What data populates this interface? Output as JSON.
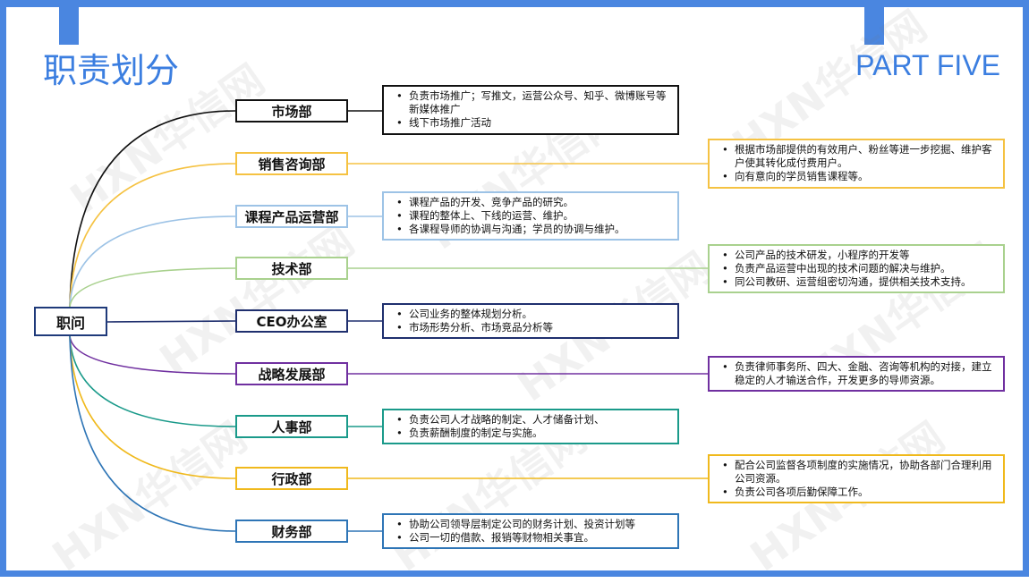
{
  "header": {
    "title": "职责划分",
    "part": "PART FIVE"
  },
  "watermark": "HXN华信网",
  "root": {
    "label": "职问"
  },
  "departments": [
    {
      "label": "市场部",
      "color": "#111111",
      "items": [
        "负责市场推广；写推文，运营公众号、知乎、微博账号等新媒体推广",
        "线下市场推广活动"
      ]
    },
    {
      "label": "销售咨询部",
      "color": "#f5c242",
      "items": [
        "根据市场部提供的有效用户、粉丝等进一步挖掘、维护客户使其转化成付费用户。",
        "向有意向的学员销售课程等。"
      ]
    },
    {
      "label": "课程产品运营部",
      "color": "#9dc3e6",
      "items": [
        "课程产品的开发、竞争产品的研究。",
        "课程的整体上、下线的运营、维护。",
        "各课程导师的协调与沟通；学员的协调与维护。"
      ]
    },
    {
      "label": "技术部",
      "color": "#a9d18e",
      "items": [
        "公司产品的技术研发，小程序的开发等",
        "负责产品运营中出现的技术问题的解决与维护。",
        "同公司教研、运营组密切沟通，提供相关技术支持。"
      ]
    },
    {
      "label": "CEO办公室",
      "color": "#1f2f6e",
      "items": [
        "公司业务的整体规划分析。",
        "市场形势分析、市场竞品分析等"
      ]
    },
    {
      "label": "战略发展部",
      "color": "#7030a0",
      "items": [
        "负责律师事务所、四大、金融、咨询等机构的对接，建立稳定的人才输送合作，开发更多的导师资源。"
      ]
    },
    {
      "label": "人事部",
      "color": "#1a9a8a",
      "items": [
        "负责公司人才战略的制定、人才储备计划、",
        "负责薪酬制度的制定与实施。"
      ]
    },
    {
      "label": "行政部",
      "color": "#f0b91c",
      "items": [
        "配合公司监督各项制度的实施情况，协助各部门合理利用公司资源。",
        "负责公司各项后勤保障工作。"
      ]
    },
    {
      "label": "财务部",
      "color": "#2e75b6",
      "items": [
        "协助公司领导层制定公司的财务计划、投资计划等",
        "公司一切的借款、报销等财物相关事宜。"
      ]
    }
  ]
}
